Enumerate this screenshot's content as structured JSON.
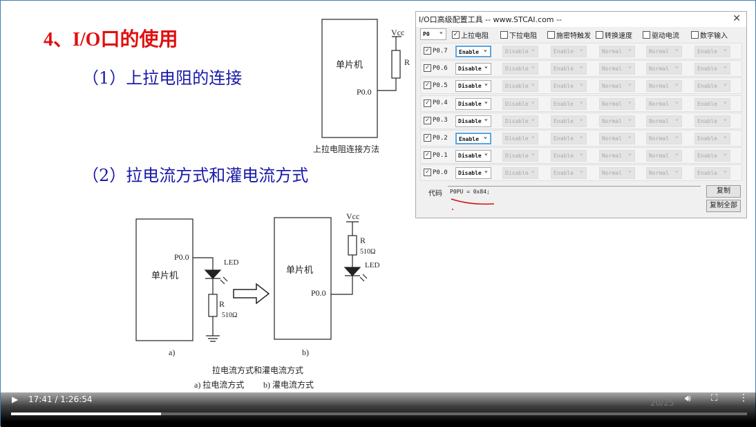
{
  "slide": {
    "title": "4、I/O口的使用",
    "sub1": "（1）上拉电阻的连接",
    "sub2": "（2）拉电流方式和灌电流方式",
    "d1": {
      "mcu": "单片机",
      "vcc": "Vcc",
      "r": "R",
      "pin": "P0.0",
      "caption": "上拉电阻连接方法"
    },
    "d2": {
      "mcu_a": "单片机",
      "pin_a": "P0.0",
      "led_a": "LED",
      "r_a": "R",
      "ohm_a": "510Ω",
      "label_a": "a)",
      "mcu_b": "单片机",
      "pin_b": "P0.0",
      "vcc_b": "Vcc",
      "r_b": "R",
      "ohm_b": "510Ω",
      "led_b": "LED",
      "label_b": "b)",
      "caption": "拉电流方式和灌电流方式",
      "cap_a": "a) 拉电流方式",
      "cap_b": "b) 灌电流方式"
    },
    "page": "20/25"
  },
  "dialog": {
    "title": "I/O口高级配置工具 -- www.STCAI.com --",
    "port": "P0",
    "headers": [
      "上拉电阻",
      "下拉电阻",
      "施密特触发",
      "转换速度",
      "驱动电流",
      "数字输入"
    ],
    "header_checked": [
      true,
      false,
      false,
      false,
      false,
      false
    ],
    "rows": [
      {
        "pin": "P0.7",
        "pullup": "Enable"
      },
      {
        "pin": "P0.6",
        "pullup": "Disable"
      },
      {
        "pin": "P0.5",
        "pullup": "Disable"
      },
      {
        "pin": "P0.4",
        "pullup": "Disable"
      },
      {
        "pin": "P0.3",
        "pullup": "Disable"
      },
      {
        "pin": "P0.2",
        "pullup": "Enable"
      },
      {
        "pin": "P0.1",
        "pullup": "Disable"
      },
      {
        "pin": "P0.0",
        "pullup": "Disable"
      }
    ],
    "disabled_cols": [
      "Disable",
      "Enable",
      "Normal",
      "Normal",
      "Enable"
    ],
    "code_label": "代码",
    "code": "P0PU = 0x84;",
    "copy": "复制",
    "copy_all": "复制全部"
  },
  "player": {
    "time": "17:41 / 1:26:54",
    "progress": 0.2035,
    "accent": "#ffffff"
  }
}
